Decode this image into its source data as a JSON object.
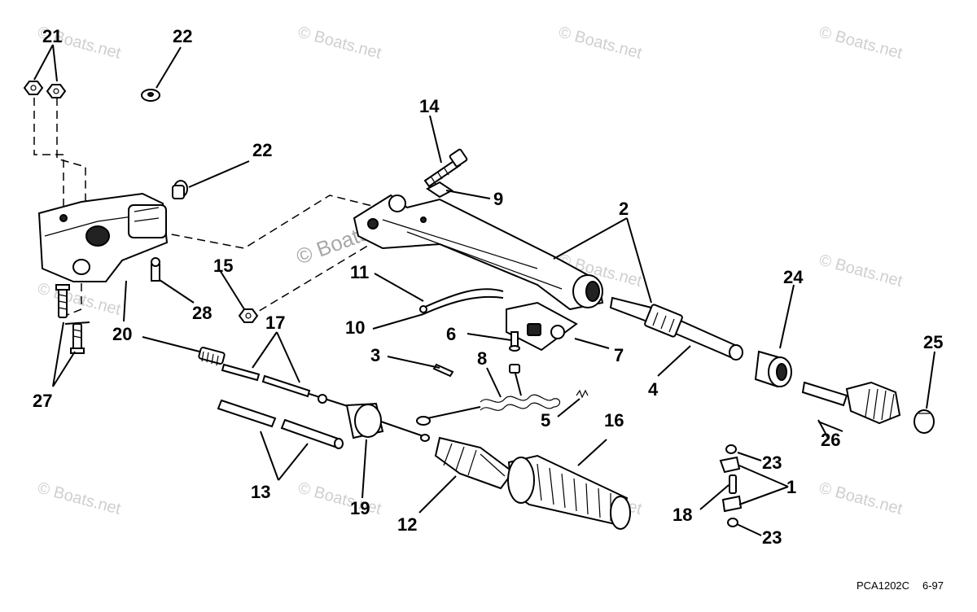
{
  "watermark": "© Boats.net",
  "drawing_code": "PCA1202C",
  "drawing_date": "6-97",
  "callouts": {
    "c1": "1",
    "c2": "2",
    "c3": "3",
    "c4": "4",
    "c5": "5",
    "c6": "6",
    "c7": "7",
    "c8": "8",
    "c9": "9",
    "c10": "10",
    "c11": "11",
    "c12": "12",
    "c13": "13",
    "c14": "14",
    "c15": "15",
    "c16": "16",
    "c17": "17",
    "c18": "18",
    "c19": "19",
    "c20": "20",
    "c21": "21",
    "c22a": "22",
    "c22b": "22",
    "c23a": "23",
    "c23b": "23",
    "c24": "24",
    "c25": "25",
    "c26": "26",
    "c27": "27",
    "c28": "28"
  }
}
